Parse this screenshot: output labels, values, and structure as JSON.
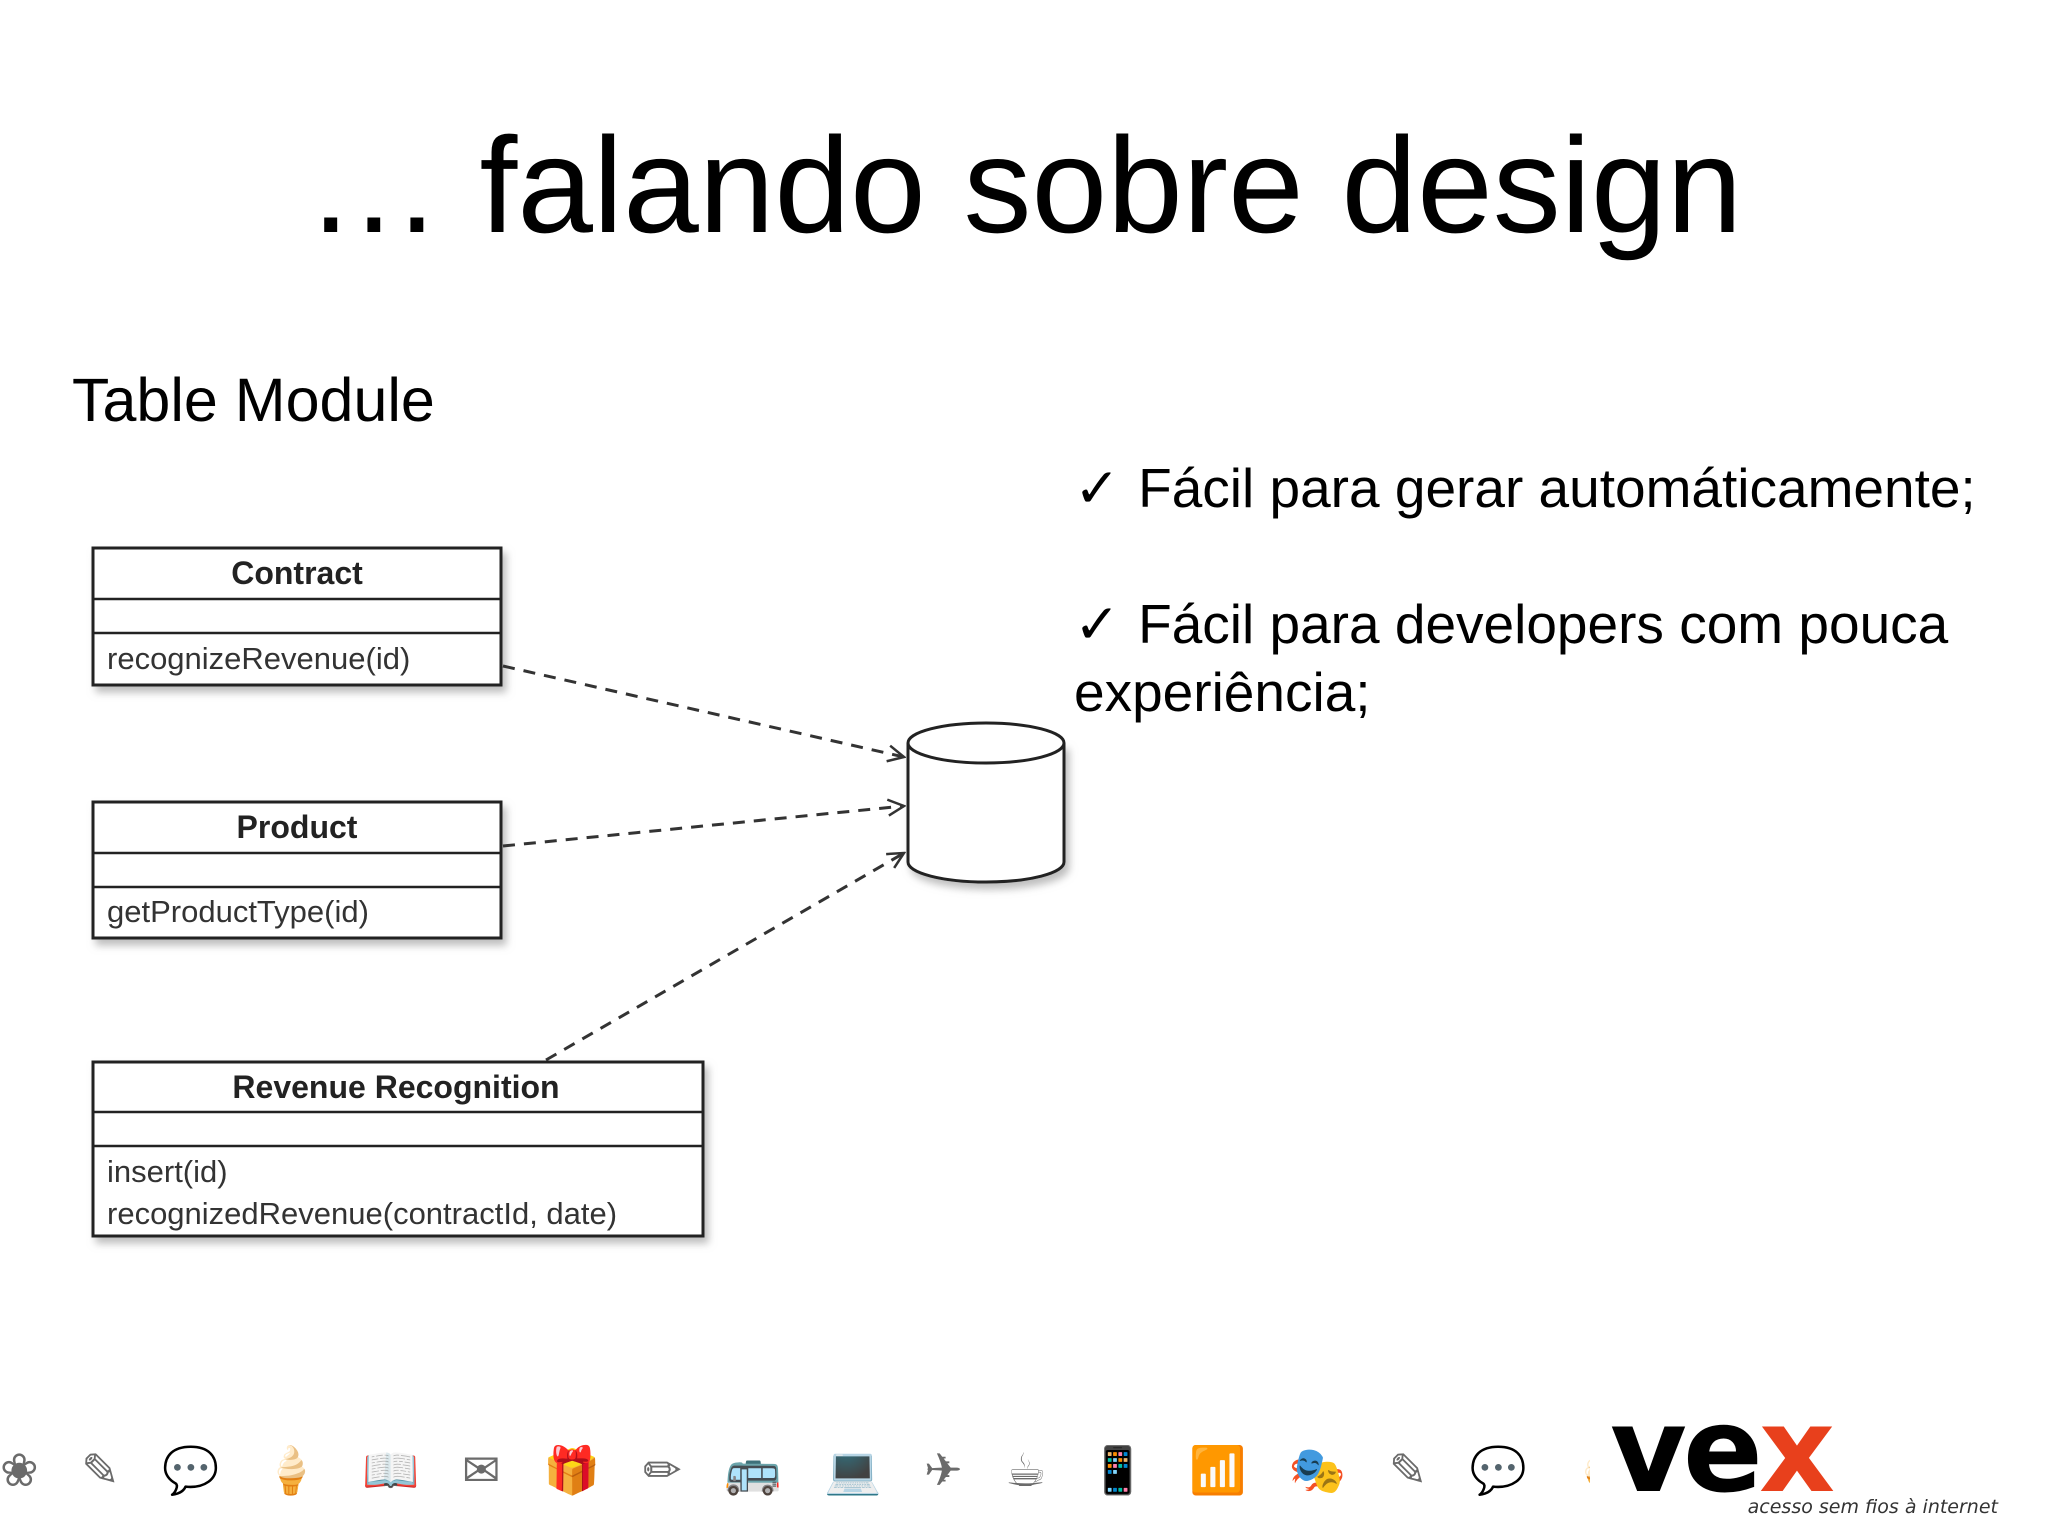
{
  "slide": {
    "title": "… falando sobre design",
    "subtitle": "Table Module",
    "bullets": [
      "Fácil para gerar automáticamente;",
      "Fácil para developers com pouca experiência;"
    ],
    "check_glyph": "✓"
  },
  "diagram": {
    "classes": [
      {
        "name": "Contract",
        "methods": [
          "recognizeRevenue(id)"
        ]
      },
      {
        "name": "Product",
        "methods": [
          "getProductType(id)"
        ]
      },
      {
        "name": "Revenue Recognition",
        "methods": [
          "insert(id)",
          "recognizedRevenue(contractId, date)"
        ]
      }
    ],
    "database_icon": "database-cylinder-icon"
  },
  "footer": {
    "icon_strip": "❀ ✎ 💬 🍦 📖 ✉ 🎁 ✏ 🚌 💻 ✈ ☕ 📱 📶 🎭 ✎ 💬 🍦 📖 ✉ 🎁 ✏ 🚌 💻 ✈ ☕ 📱",
    "logo": {
      "word_dark": "ve",
      "word_accent": "x",
      "tagline": "acesso sem fios à internet",
      "accent_color": "#e8401c"
    }
  }
}
